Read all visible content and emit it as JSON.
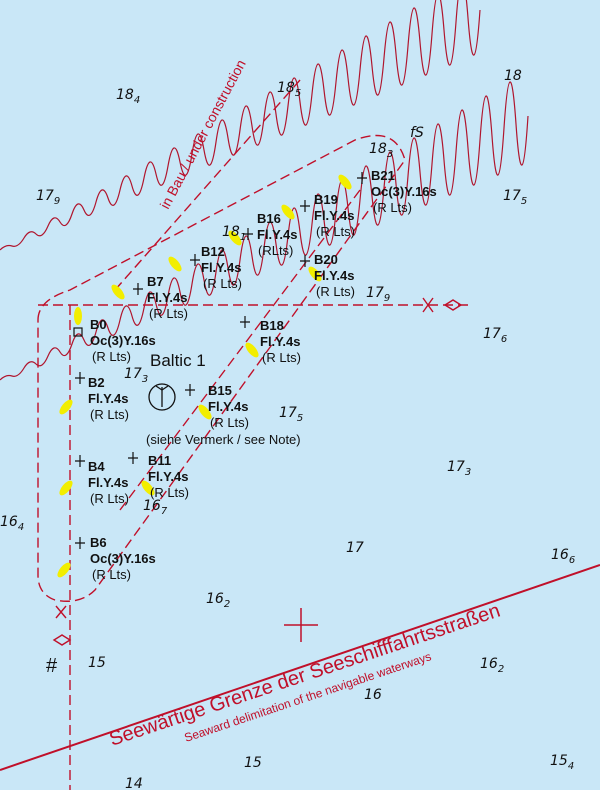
{
  "map": {
    "park_name": "Baltic 1",
    "note": "(siehe Vermerk / see Note)",
    "construction_label": "in Bau / under construction",
    "boundary_de": "Seewärtige Grenze der Seeschifffahrtsstraßen",
    "boundary_en": "Seaward delimitation of the navigable waterways",
    "bottom_quality": "fS",
    "colors": {
      "sea": "#c9e7f7",
      "magenta": "#c0102a",
      "buoy": "#f2ee00",
      "cable": "#b0162e"
    },
    "buoys": [
      {
        "name": "B0",
        "light": "Oc(3)Y.16s",
        "sub": "(R Lts)"
      },
      {
        "name": "B2",
        "light": "Fl.Y.4s",
        "sub": "(R Lts)"
      },
      {
        "name": "B4",
        "light": "Fl.Y.4s",
        "sub": "(R Lts)"
      },
      {
        "name": "B6",
        "light": "Oc(3)Y.16s",
        "sub": "(R Lts)"
      },
      {
        "name": "B7",
        "light": "Fl.Y.4s",
        "sub": "(R Lts)"
      },
      {
        "name": "B11",
        "light": "Fl.Y.4s",
        "sub": "(R Lts)"
      },
      {
        "name": "B12",
        "light": "Fl.Y.4s",
        "sub": "(R Lts)"
      },
      {
        "name": "B15",
        "light": "Fl.Y.4s",
        "sub": "(R Lts)"
      },
      {
        "name": "B16",
        "light": "Fl.Y.4s",
        "sub": "(RLts)"
      },
      {
        "name": "B18",
        "light": "Fl.Y.4s",
        "sub": "(R Lts)"
      },
      {
        "name": "B19",
        "light": "Fl.Y.4s",
        "sub": "(R Lts)"
      },
      {
        "name": "B20",
        "light": "Fl.Y.4s",
        "sub": "(R Lts)"
      },
      {
        "name": "B21",
        "light": "Oc(3)Y.16s",
        "sub": "(R Lts)"
      }
    ],
    "soundings": [
      {
        "whole": "18",
        "sub": "4"
      },
      {
        "whole": "18",
        "sub": "5"
      },
      {
        "whole": "18",
        "sub": ""
      },
      {
        "whole": "18",
        "sub": "3"
      },
      {
        "whole": "17",
        "sub": "9"
      },
      {
        "whole": "17",
        "sub": "5"
      },
      {
        "whole": "18",
        "sub": "1"
      },
      {
        "whole": "17",
        "sub": "9"
      },
      {
        "whole": "17",
        "sub": "6"
      },
      {
        "whole": "17",
        "sub": "3"
      },
      {
        "whole": "17",
        "sub": "5"
      },
      {
        "whole": "17",
        "sub": "3"
      },
      {
        "whole": "16",
        "sub": "4"
      },
      {
        "whole": "16",
        "sub": "7"
      },
      {
        "whole": "17",
        "sub": ""
      },
      {
        "whole": "16",
        "sub": "6"
      },
      {
        "whole": "16",
        "sub": "2"
      },
      {
        "whole": "15",
        "sub": ""
      },
      {
        "whole": "16",
        "sub": "2"
      },
      {
        "whole": "16",
        "sub": ""
      },
      {
        "whole": "15",
        "sub": ""
      },
      {
        "whole": "15",
        "sub": "4"
      },
      {
        "whole": "14",
        "sub": ""
      }
    ]
  }
}
